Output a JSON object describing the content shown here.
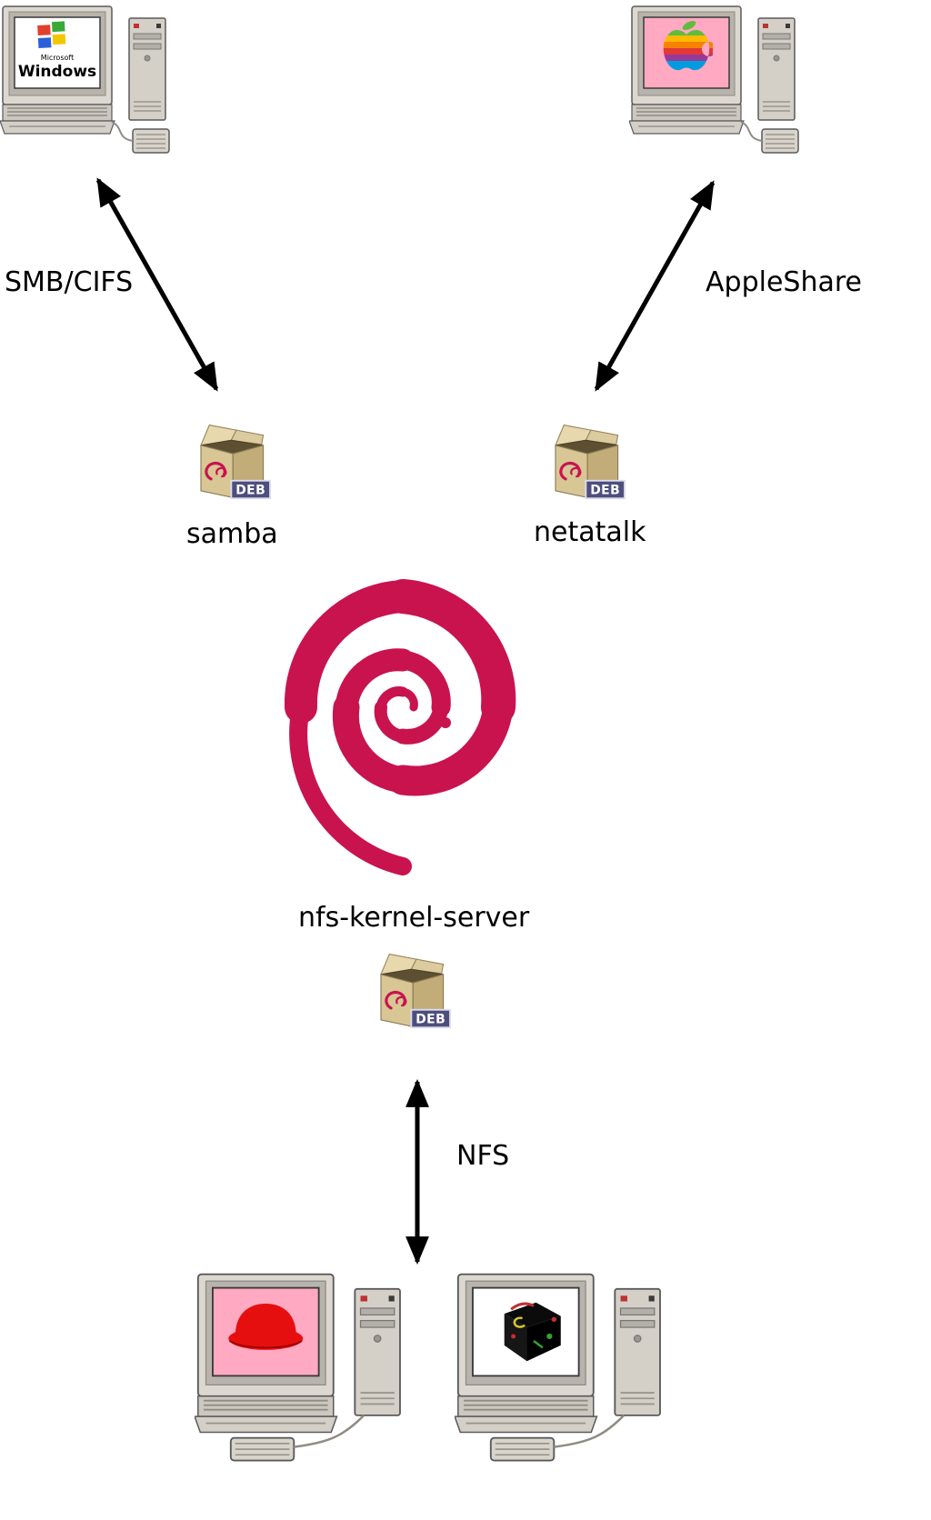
{
  "diagram": {
    "type": "debian-file-server-protocol-diagram",
    "labels": {
      "smb_cifs": "SMB/CIFS",
      "appleshare": "AppleShare",
      "samba": "samba",
      "netatalk": "netatalk",
      "nfs_kernel_server": "nfs-kernel-server",
      "nfs": "NFS"
    },
    "windows_screen": {
      "brand": "Microsoft",
      "product": "Windows"
    },
    "deb_badge_label": "DEB",
    "nodes": [
      {
        "id": "windows-client",
        "kind": "computer",
        "screen_logo": "windows-logo"
      },
      {
        "id": "mac-client",
        "kind": "computer",
        "screen_logo": "rainbow-apple-logo"
      },
      {
        "id": "samba-package",
        "kind": "deb-package",
        "label": "samba"
      },
      {
        "id": "netatalk-package",
        "kind": "deb-package",
        "label": "netatalk"
      },
      {
        "id": "debian-server",
        "kind": "debian-swirl-logo"
      },
      {
        "id": "nfs-kernel-server-package",
        "kind": "deb-package",
        "label": "nfs-kernel-server"
      },
      {
        "id": "redhat-client",
        "kind": "computer",
        "screen_logo": "red-hat-logo"
      },
      {
        "id": "unix-client",
        "kind": "computer",
        "screen_logo": "dark-workstation-logo"
      }
    ],
    "connections": [
      {
        "from": "windows-client",
        "to": "samba-package",
        "label": "SMB/CIFS",
        "bidirectional": true
      },
      {
        "from": "mac-client",
        "to": "netatalk-package",
        "label": "AppleShare",
        "bidirectional": true
      },
      {
        "from": "nfs-kernel-server-package",
        "to": "nfs-clients",
        "label": "NFS",
        "bidirectional": true
      }
    ],
    "colors": {
      "debian_swirl": "#C8134F",
      "arrow": "#000000",
      "package_tan": "#D8C695",
      "screen_pink": "#FFA9C2",
      "red_hat": "#E60F0F"
    }
  }
}
